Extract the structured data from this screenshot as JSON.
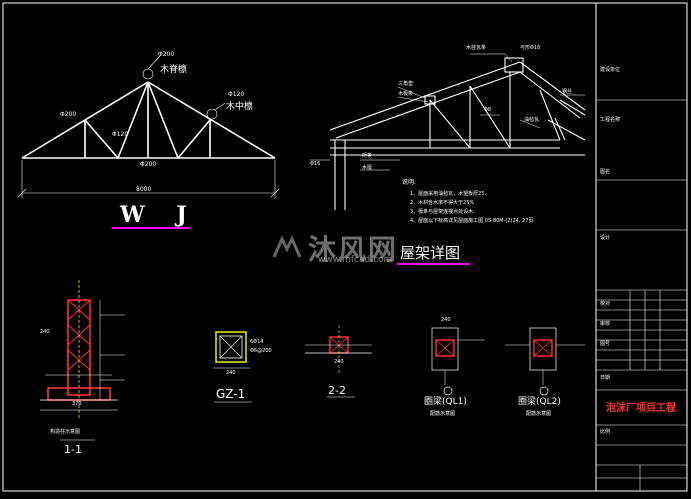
{
  "truss": {
    "label_top_chord": "Φ200",
    "label_left_chord": "Φ200",
    "label_top_purlin": "木脊檩",
    "label_mid_purlin_dim": "Φ120",
    "label_mid_purlin": "木中檩",
    "label_web": "Φ120",
    "label_bottom_chord": "Φ200",
    "span": "8000",
    "title": "W J"
  },
  "roof_detail": {
    "title": "屋架详图",
    "notes_header": "说明:",
    "notes": [
      "1、屋面采用油毡瓦，木望板厚25.",
      "2、木材含水率不得大于25%",
      "3、檩条与屋架连接点处设木.",
      "4、屋面以下标高详见屋面施工图 05-80M-(2)24, 27页"
    ],
    "labels": [
      "木挂瓦条",
      "桁条",
      "三角垫",
      "木板条",
      "弓形Φ16",
      "木檩",
      "钢丝",
      "油毡瓦",
      "Φ8",
      "Φ16"
    ]
  },
  "details": {
    "gz1_label": "GZ-1",
    "gz1_rebar": "6Φ14",
    "gz1_stirrup": "Φ6@200",
    "s22_label": "2-2",
    "s11_label": "1-1",
    "ql1_label": "圈梁(QL1)",
    "ql2_label": "圈梁(QL2)",
    "ql1_sub": "配筋示意图",
    "ql2_sub": "配筋示意图",
    "col_sub": "构造柱示意图",
    "dims": [
      "240",
      "370",
      "240",
      "240",
      "240"
    ]
  },
  "title_block": {
    "project_name": "泡沫厂项目工程",
    "rows": [
      "建设单位",
      "工程名称",
      "图名",
      "设计",
      "校对",
      "审核",
      "图号",
      "日期",
      "比例"
    ]
  },
  "watermark": {
    "brand": "沐风网",
    "url": "www.mfcad.com"
  },
  "colors": {
    "background": "#000000",
    "line": "#ffffff",
    "accent_red": "#ff3333",
    "accent_yellow": "#ffff00",
    "accent_magenta": "#ff00ff"
  }
}
